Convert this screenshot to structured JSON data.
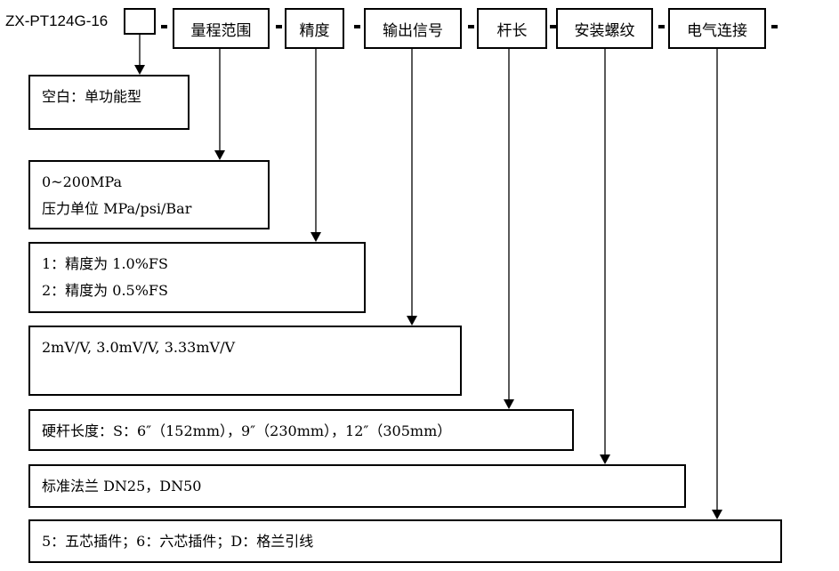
{
  "model": {
    "code": "ZX-PT124G-16"
  },
  "separator": "-",
  "headers": [
    {
      "key": "range",
      "label": "量程范围"
    },
    {
      "key": "accuracy",
      "label": "精度"
    },
    {
      "key": "output",
      "label": "输出信号"
    },
    {
      "key": "rod_length",
      "label": "杆长"
    },
    {
      "key": "thread",
      "label": "安装螺纹"
    },
    {
      "key": "electrical",
      "label": "电气连接"
    }
  ],
  "options": {
    "function": {
      "lines": [
        "空白：单功能型"
      ]
    },
    "range": {
      "lines": [
        "0~200MPa",
        "压力单位 MPa/psi/Bar"
      ]
    },
    "accuracy": {
      "lines": [
        "1：精度为 1.0%FS",
        "2：精度为 0.5%FS"
      ]
    },
    "output": {
      "lines": [
        "2mV/V, 3.0mV/V, 3.33mV/V"
      ]
    },
    "rod_length": {
      "lines": [
        "硬杆长度：S：6″（152mm），9″（230mm），12″（305mm）"
      ]
    },
    "thread": {
      "lines": [
        "标准法兰 DN25，DN50"
      ]
    },
    "electrical": {
      "lines": [
        "5：五芯插件；6：六芯插件；D：格兰引线"
      ]
    }
  }
}
